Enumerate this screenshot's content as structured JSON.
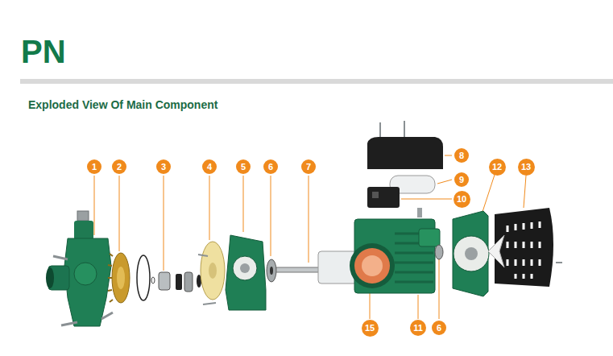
{
  "diagram": {
    "title": "PN",
    "nodes": [
      {
        "text": [
          "1"
        ]
      },
      {
        "text": [
          "2"
        ]
      },
      {
        "text": [
          "3"
        ]
      },
      {
        "text": [
          "4"
        ]
      },
      {
        "text": [
          "5"
        ]
      },
      {
        "text": [
          "6"
        ]
      },
      {
        "text": [
          "7"
        ]
      },
      {
        "text": [
          "8"
        ]
      },
      {
        "text": [
          "9"
        ]
      },
      {
        "text": [
          "10"
        ]
      },
      {
        "text": [
          "12"
        ]
      },
      {
        "text": [
          "13"
        ]
      },
      {
        "text": [
          "15"
        ]
      },
      {
        "text": [
          "11"
        ]
      },
      {
        "text": [
          "6"
        ]
      }
    ],
    "labels": [
      "Exploded View Of Main Component"
    ]
  }
}
